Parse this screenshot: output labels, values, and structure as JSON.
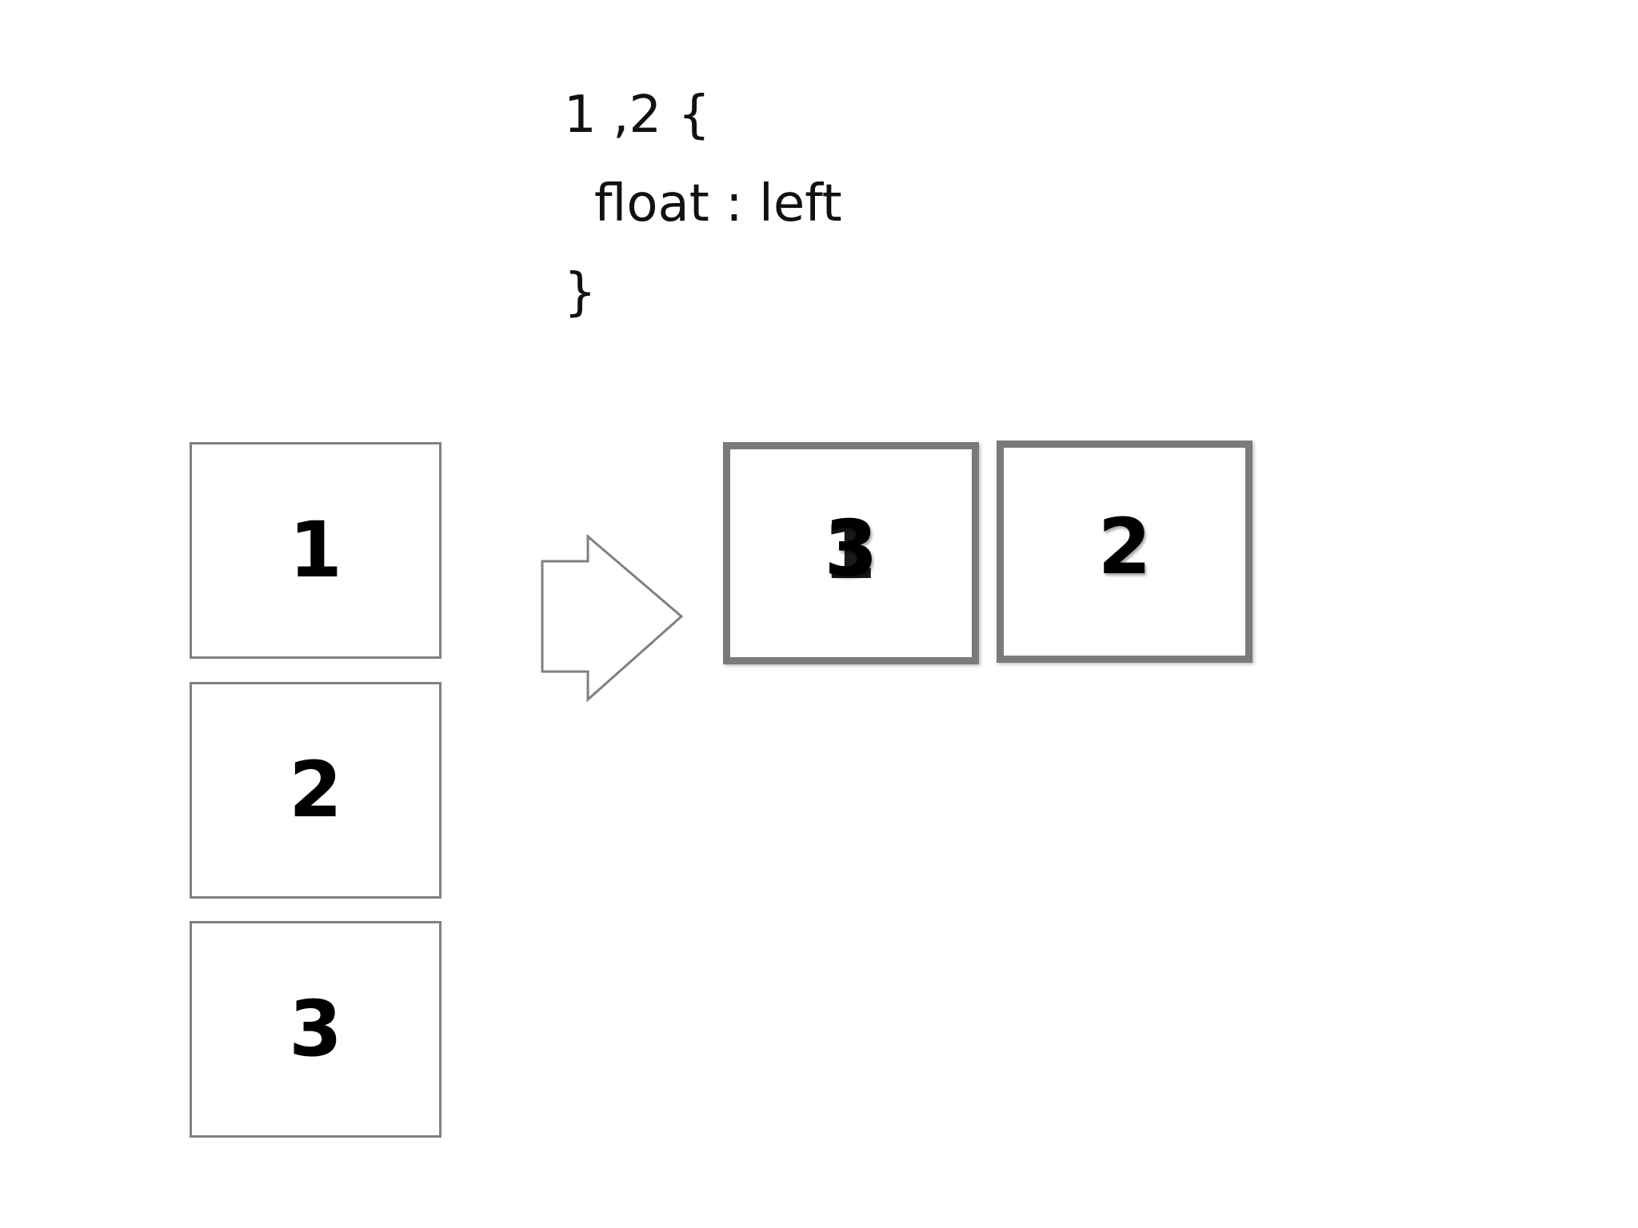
{
  "code": {
    "line1": "1 ,2 {",
    "line2": "float : left",
    "line3": "}"
  },
  "before_boxes": [
    {
      "label": "1"
    },
    {
      "label": "2"
    },
    {
      "label": "3"
    }
  ],
  "after_boxes": [
    {
      "label": "3",
      "overlapped_label": "1"
    },
    {
      "label": "2"
    }
  ],
  "arrow": {
    "icon": "right-arrow-icon",
    "stroke": "#808080"
  },
  "colors": {
    "box_border": "#808080",
    "floated_box_border": "#7a7a7a",
    "text": "#000000",
    "background": "#ffffff"
  }
}
